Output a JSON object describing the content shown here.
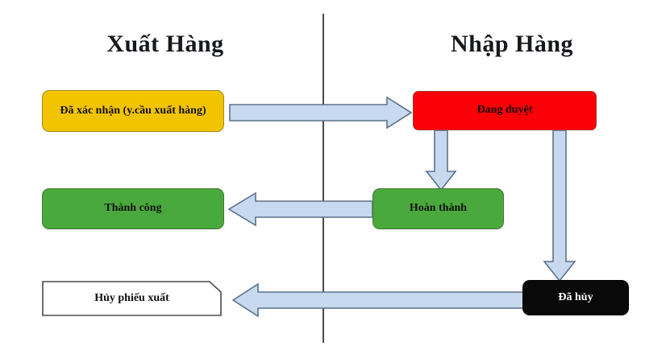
{
  "diagram": {
    "title_left": "Xuất Hàng",
    "title_right": "Nhập Hàng",
    "colors": {
      "confirmed": "#f2c400",
      "approving": "#fb0007",
      "success": "#4aa93c",
      "completed": "#4aa93c",
      "cancelled": "#090909",
      "cancel_slip": "#ffffff",
      "arrow_fill": "#c6d9ef",
      "arrow_stroke": "#5e718a",
      "divider": "#4a4a4a"
    },
    "nodes": [
      {
        "id": "confirmed",
        "label": "Đã xác nhận (y.cầu xuất hàng)",
        "column": "Xuất Hàng",
        "shape": "rounded-rect",
        "fill": "#f2c400"
      },
      {
        "id": "approving",
        "label": "Đang duyệt",
        "column": "Nhập Hàng",
        "shape": "rounded-rect",
        "fill": "#fb0007"
      },
      {
        "id": "success",
        "label": "Thành công",
        "column": "Xuất Hàng",
        "shape": "rounded-rect",
        "fill": "#4aa93c"
      },
      {
        "id": "completed",
        "label": "Hoàn thành",
        "column": "Nhập Hàng",
        "shape": "rounded-rect",
        "fill": "#4aa93c"
      },
      {
        "id": "cancel-slip",
        "label": "Hủy phiếu xuất",
        "column": "Xuất Hàng",
        "shape": "folded-corner-rect",
        "fill": "#ffffff"
      },
      {
        "id": "cancelled",
        "label": "Đã hủy",
        "column": "Nhập Hàng",
        "shape": "rounded-rect",
        "fill": "#090909"
      }
    ],
    "arrows": [
      {
        "id": "confirmed-to-approving",
        "from": "confirmed",
        "to": "approving",
        "direction": "right",
        "crosses_divider": true
      },
      {
        "id": "approving-to-completed",
        "from": "approving",
        "to": "completed",
        "direction": "down",
        "crosses_divider": false
      },
      {
        "id": "completed-to-success",
        "from": "completed",
        "to": "success",
        "direction": "left",
        "crosses_divider": true
      },
      {
        "id": "approving-to-cancelled",
        "from": "approving",
        "to": "cancelled",
        "direction": "down",
        "crosses_divider": false
      },
      {
        "id": "cancelled-to-cancel-slip",
        "from": "cancelled",
        "to": "cancel-slip",
        "direction": "left",
        "crosses_divider": true
      }
    ]
  }
}
